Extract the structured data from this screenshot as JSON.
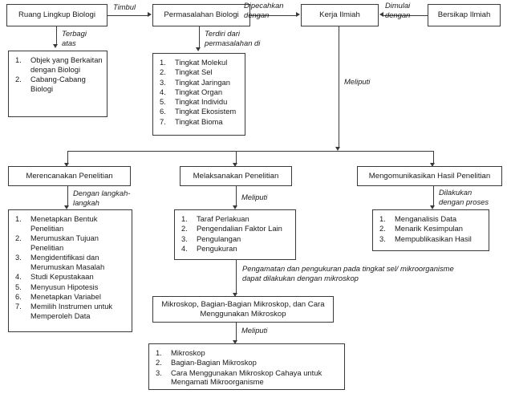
{
  "diagram": {
    "title": "Bagan Alur Ruang Lingkup Biologi dan Kerja Ilmiah",
    "colors": {
      "line": "#3a3a3a",
      "text": "#1a1a1a",
      "background": "#ffffff"
    }
  },
  "nodes": {
    "ruang_lingkup": "Ruang Lingkup Biologi",
    "permasalahan": "Permasalahan Biologi",
    "kerja_ilmiah": "Kerja Ilmiah",
    "bersikap_ilmiah": "Bersikap Ilmiah",
    "merencanakan": "Merencanakan Penelitian",
    "melaksanakan": "Melaksanakan Penelitian",
    "mengomunikasikan": "Mengomunikasikan Hasil Penelitian",
    "mikroskop_box": "Mikroskop, Bagian-Bagian Mikroskop, dan Cara Menggunakan Mikroskop"
  },
  "edge_labels": {
    "timbul": "Timbul",
    "dipecahkan_dengan": "Dipecahkan\ndengan",
    "dimulai_dengan": "Dimulai\ndengan",
    "terbagi_atas": "Terbagi\natas",
    "terdiri_dari": "Terdiri dari\npermasalahan di",
    "meliputi_kerja": "Meliputi",
    "dengan_langkah": "Dengan langkah-\nlangkah",
    "meliputi_melaksanakan": "Meliputi",
    "dilakukan_dengan_proses": "Dilakukan\ndengan proses",
    "pengamatan_note": "Pengamatan dan pengukuran pada tingkat sel/ mikroorganisme dapat dilakukan dengan mikroskop",
    "meliputi_mikroskop": "Meliputi"
  },
  "lists": {
    "lingkup_biologi": [
      "Objek yang Berkaitan dengan Biologi",
      "Cabang-Cabang Biologi"
    ],
    "tingkat_permasalahan": [
      "Tingkat Molekul",
      "Tingkat Sel",
      "Tingkat Jaringan",
      "Tingkat Organ",
      "Tingkat Individu",
      "Tingkat Ekosistem",
      "Tingkat Bioma"
    ],
    "langkah_merencanakan": [
      "Menetapkan Bentuk Penelitian",
      "Merumuskan Tujuan Penelitian",
      "Mengidentifikasi dan Merumuskan Masalah",
      "Studi Kepustakaan",
      "Menyusun Hipotesis",
      "Menetapkan Variabel",
      "Memilih Instrumen untuk Memperoleh Data"
    ],
    "isi_melaksanakan": [
      "Taraf Perlakuan",
      "Pengendalian Faktor Lain",
      "Pengulangan",
      "Pengukuran"
    ],
    "isi_mengomunikasikan": [
      "Menganalisis Data",
      "Menarik Kesimpulan",
      "Mempublikasikan Hasil"
    ],
    "isi_mikroskop": [
      "Mikroskop",
      "Bagian-Bagian Mikroskop",
      "Cara Menggunakan Mikroskop Cahaya untuk Mengamati Mikroorganisme"
    ]
  }
}
